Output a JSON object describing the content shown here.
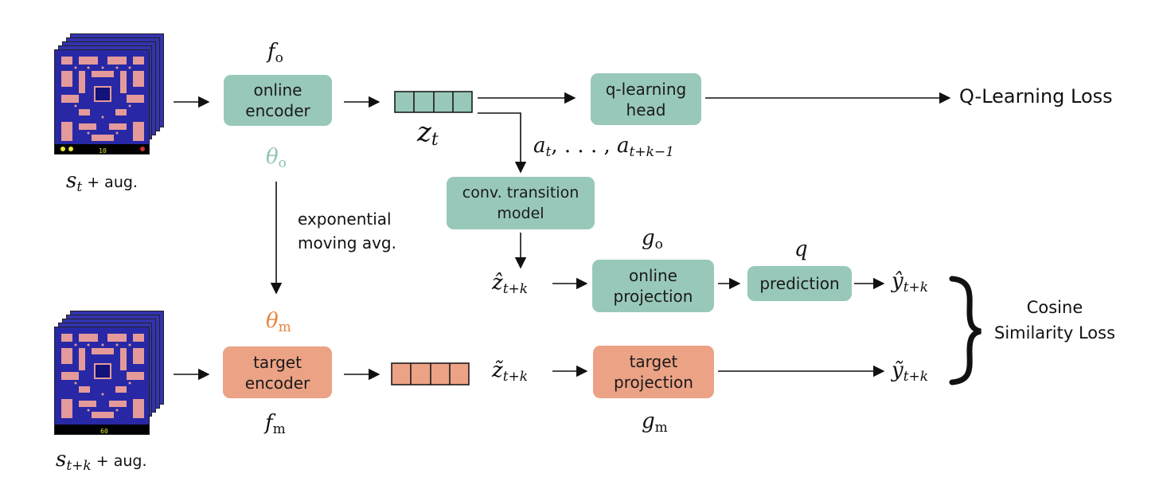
{
  "inputs": {
    "current": {
      "symbol": "s",
      "sub": "t",
      "suffix": " + aug."
    },
    "future": {
      "symbol": "s",
      "sub": "t+k",
      "suffix": " + aug."
    },
    "frame_score_top": "10",
    "frame_score_bottom": "60"
  },
  "online_encoder": {
    "label": "online\nencoder",
    "fn_symbol": "f",
    "fn_sub": "o",
    "param_symbol": "θ",
    "param_sub": "o"
  },
  "target_encoder": {
    "label": "target\nencoder",
    "fn_symbol": "f",
    "fn_sub": "m",
    "param_symbol": "θ",
    "param_sub": "m"
  },
  "ema_label": "exponential\nmoving avg.",
  "latent": {
    "symbol": "z",
    "sub": "t"
  },
  "q_head": {
    "label": "q-learning\nhead"
  },
  "q_loss": "Q-Learning Loss",
  "actions": {
    "a1": "a",
    "a1_sub": "t",
    "sep": ", . . . , ",
    "a2": "a",
    "a2_sub": "t+k−1"
  },
  "transition": {
    "label": "conv. transition\nmodel"
  },
  "z_hat": {
    "symbol": "ẑ",
    "sub": "t+k"
  },
  "z_tilde": {
    "symbol": "z̃",
    "sub": "t+k"
  },
  "online_projection": {
    "label": "online\nprojection",
    "fn_symbol": "g",
    "fn_sub": "o"
  },
  "target_projection": {
    "label": "target\nprojection",
    "fn_symbol": "g",
    "fn_sub": "m"
  },
  "prediction": {
    "label": "prediction",
    "fn_symbol": "q"
  },
  "y_hat": {
    "symbol": "ŷ",
    "sub": "t+k"
  },
  "y_tilde": {
    "symbol": "ỹ",
    "sub": "t+k"
  },
  "cosine_loss": "Cosine\nSimilarity Loss",
  "colors": {
    "online": "#98c8ba",
    "target": "#eba285",
    "theta_online": "#8fc4b3",
    "theta_target": "#e8843e"
  }
}
